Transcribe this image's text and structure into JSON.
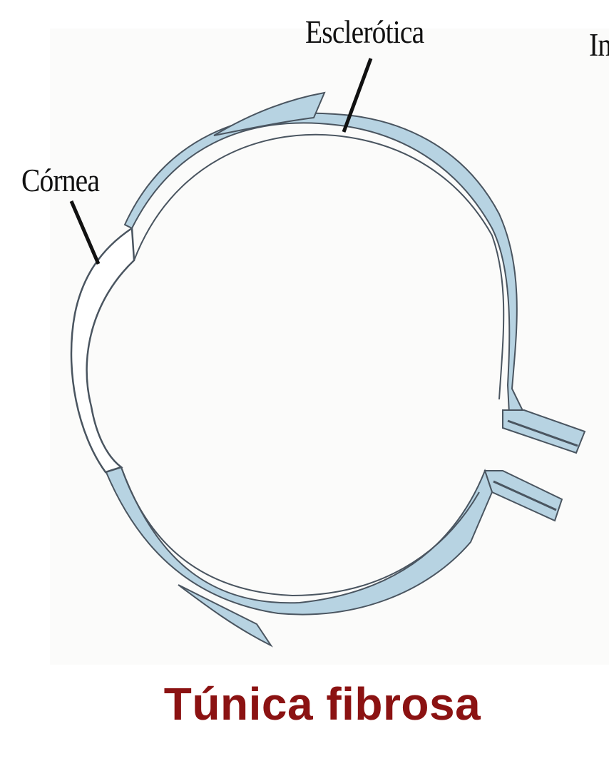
{
  "labels": {
    "sclera": "Esclerótica",
    "cornea": "Córnea",
    "cut_off": "In"
  },
  "caption": "Túnica fibrosa",
  "colors": {
    "sclera_fill": "#b7d3e2",
    "outline": "#4a5560",
    "cornea_fill": "#ffffff",
    "caption": "#8b1212",
    "pointer_line": "#111111"
  }
}
